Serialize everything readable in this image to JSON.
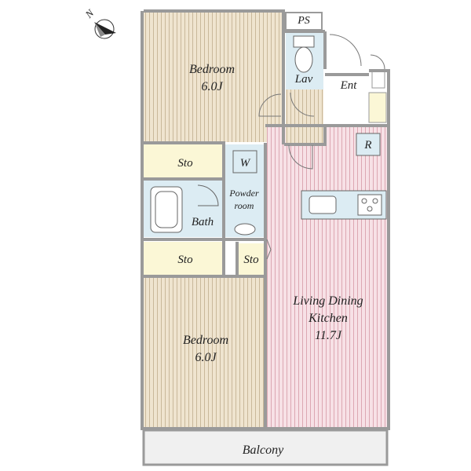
{
  "compass": {
    "letter": "N",
    "icon": "north-arrow-icon"
  },
  "rooms": {
    "bedroom_top": {
      "name": "Bedroom",
      "size": "6.0J"
    },
    "bedroom_bottom": {
      "name": "Bedroom",
      "size": "6.0J"
    },
    "ldk": {
      "line1": "Living Dining",
      "line2": "Kitchen",
      "size": "11.7J"
    },
    "balcony": {
      "name": "Balcony"
    },
    "bath": {
      "name": "Bath"
    },
    "powder": {
      "line1": "Powder",
      "line2": "room"
    },
    "storage_top": {
      "name": "Sto"
    },
    "storage_mid": {
      "name": "Sto"
    },
    "storage_small": {
      "name": "Sto"
    },
    "lav": {
      "name": "Lav"
    },
    "entrance": {
      "name": "Ent"
    },
    "pipe_space": {
      "name": "PS"
    },
    "washer": {
      "name": "W"
    },
    "fridge": {
      "name": "R"
    }
  },
  "colors": {
    "wall": "#9a9a9a",
    "bedroom_floor": "#efe4cf",
    "ldk_floor": "#f6dde3",
    "wet_floor": "#dcecf3",
    "storage_floor": "#fbf7d6",
    "balcony_floor": "#f0f0f0"
  }
}
